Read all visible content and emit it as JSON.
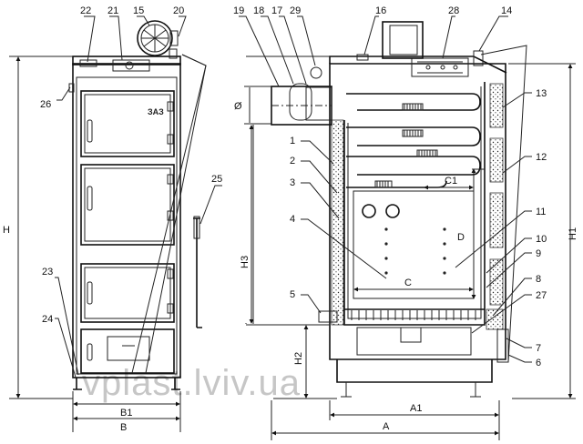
{
  "callouts": {
    "c1": "1",
    "c2": "2",
    "c3": "3",
    "c4": "4",
    "c5": "5",
    "c6": "6",
    "c7": "7",
    "c8": "8",
    "c9": "9",
    "c10": "10",
    "c11": "11",
    "c12": "12",
    "c13": "13",
    "c14": "14",
    "c15": "15",
    "c16": "16",
    "c17": "17",
    "c18": "18",
    "c19": "19",
    "c20": "20",
    "c21": "21",
    "c22": "22",
    "c23": "23",
    "c24": "24",
    "c25": "25",
    "c26": "26",
    "c27": "27",
    "c28": "28",
    "c29": "29"
  },
  "dimensions": {
    "H": "H",
    "H1": "H1",
    "H2": "H2",
    "H3": "H3",
    "A": "A",
    "A1": "A1",
    "B": "B",
    "B1": "B1",
    "C": "C",
    "C1": "C1",
    "D": "D",
    "diameter": "Ø"
  },
  "brand_plate": "ЗАЗ",
  "watermark": "vplast.lviv.ua"
}
